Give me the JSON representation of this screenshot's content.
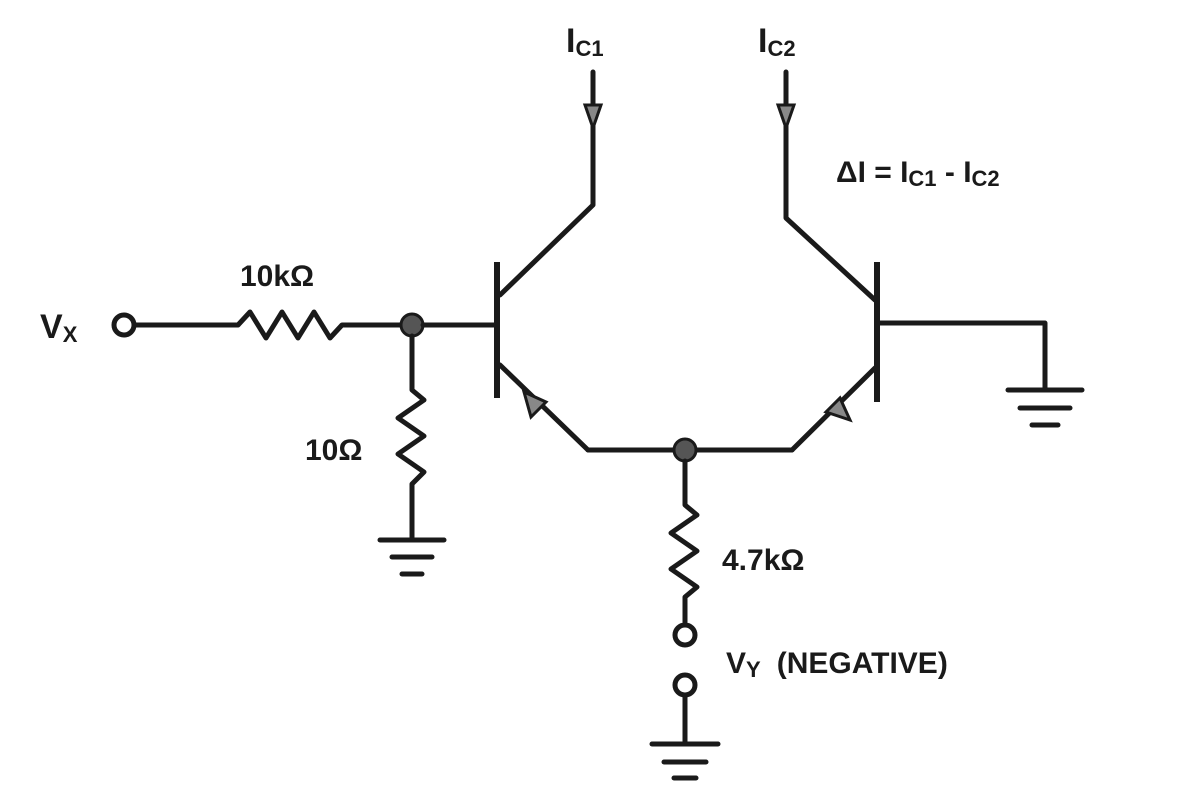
{
  "labels": {
    "ic1_main": "I",
    "ic1_sub": "C1",
    "ic2_main": "I",
    "ic2_sub": "C2",
    "delta_eq": "ΔI = I",
    "delta_sub1": "C1",
    "delta_minus": " - I",
    "delta_sub2": "C2",
    "r1": "10kΩ",
    "r2": "10Ω",
    "r3": "4.7kΩ",
    "vx_main": "V",
    "vx_sub": "X",
    "vy_main": "V",
    "vy_sub": "Y",
    "vy_note": "(NEGATIVE)"
  }
}
